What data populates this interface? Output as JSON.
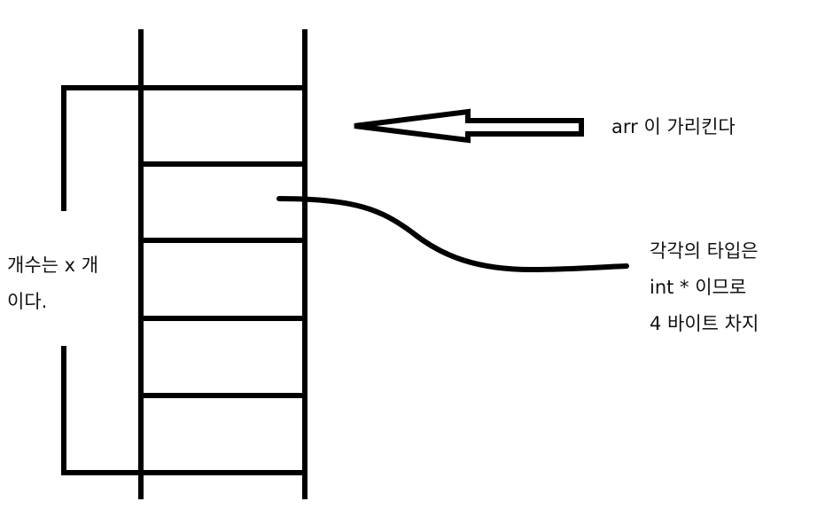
{
  "labels": {
    "pointer": "arr  이 가리킨다",
    "count_line1": "개수는 x 개",
    "count_line2": "이다.",
    "type_line1": "각각의 타입은",
    "type_line2": "int * 이므로",
    "type_line3": "4 바이트 차지"
  },
  "array": {
    "cell_count": 5
  },
  "colors": {
    "stroke": "#000000",
    "background": "#ffffff",
    "text": "#111111"
  }
}
